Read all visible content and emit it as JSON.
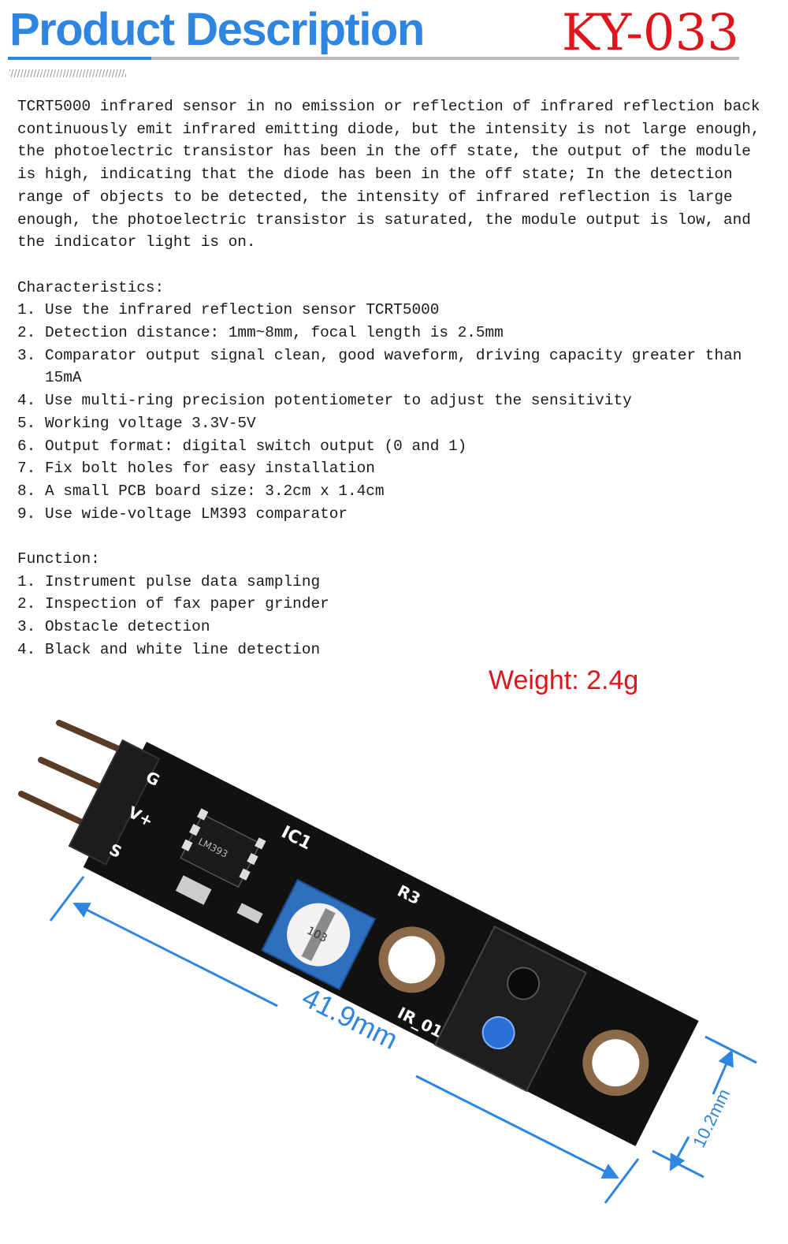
{
  "header": {
    "title": "Product Description",
    "model": "KY-033"
  },
  "description": "TCRT5000 infrared sensor in no emission or reflection of infrared reflection back continuously emit infrared emitting diode, but the intensity is not large enough, the photoelectric transistor has been in the off state, the output of the module is high, indicating that the diode has been in the off state; In the detection range of objects to be detected, the intensity of infrared reflection is large enough, the photoelectric transistor is saturated, the module output is low, and the indicator light is on.",
  "characteristics": {
    "heading": "Characteristics:",
    "items": [
      {
        "num": "1.",
        "text": "Use the infrared reflection sensor TCRT5000"
      },
      {
        "num": "2.",
        "text": "Detection distance: 1mm~8mm, focal length is 2.5mm"
      },
      {
        "num": "3.",
        "text": "Comparator output signal clean, good waveform, driving capacity greater than 15mA"
      },
      {
        "num": "4.",
        "text": "Use multi-ring precision potentiometer to adjust the sensitivity"
      },
      {
        "num": "5.",
        "text": "Working voltage 3.3V-5V"
      },
      {
        "num": "6.",
        "text": "Output format: digital switch output (0 and 1)"
      },
      {
        "num": "7.",
        "text": "Fix bolt holes for easy installation"
      },
      {
        "num": "8.",
        "text": "A small PCB board size: 3.2cm x 1.4cm"
      },
      {
        "num": "9.",
        "text": "Use wide-voltage LM393 comparator"
      }
    ]
  },
  "function": {
    "heading": "Function:",
    "items": [
      {
        "num": "1.",
        "text": "Instrument pulse data sampling"
      },
      {
        "num": "2.",
        "text": "Inspection of fax paper grinder"
      },
      {
        "num": "3.",
        "text": "Obstacle detection"
      },
      {
        "num": "4.",
        "text": "Black and white line detection"
      }
    ]
  },
  "weight": "Weight: 2.4g",
  "photo": {
    "length_label": "41.9mm",
    "width_label": "10.2mm",
    "pin_labels": [
      "G",
      "V+",
      "S"
    ],
    "silkscreen": [
      "IC1",
      "R3",
      "IR_01",
      "LM393",
      "103"
    ],
    "colors": {
      "accent_blue": "#2e86e0",
      "accent_red": "#e0151b",
      "pcb": "#111111",
      "pot": "#2f6fc0"
    }
  }
}
